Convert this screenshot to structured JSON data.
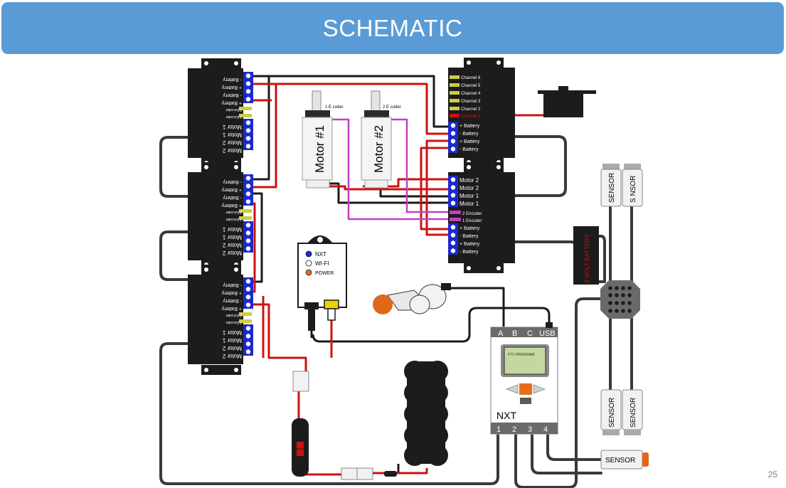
{
  "title": "SCHEMATIC",
  "page_number": "25",
  "colors": {
    "banner": "#5b9bd5",
    "wire_black": "#1a1a1a",
    "wire_red": "#cc1111",
    "wire_magenta": "#c040c0",
    "wire_gray": "#3a3a3a",
    "terminal_blue": "#1a2acc",
    "module_black": "#1c1c1c"
  },
  "motor_controllers": [
    {
      "pins": [
        "- Battery",
        "+ Battery",
        "- Battery",
        "+ Battery",
        "2 Encoder",
        "1 Encoder",
        "Motor 1",
        "Motor 1",
        "Motor 2",
        "Motor 2"
      ]
    },
    {
      "pins": [
        "- Battery",
        "+ Battery",
        "- Battery",
        "+ Battery",
        "2 Encoder",
        "1 Encoder",
        "Motor 1",
        "Motor 1",
        "Motor 2",
        "Motor 2"
      ]
    },
    {
      "pins": [
        "- Battery",
        "+ Battery",
        "- Battery",
        "+ Battery",
        "2 Encoder",
        "1 Encoder",
        "Motor 1",
        "Motor 1",
        "Motor 2",
        "Motor 2"
      ]
    }
  ],
  "servo_controller": {
    "channels": [
      "Channel 6",
      "Channel 5",
      "Channel 4",
      "Channel 3",
      "Channel 2",
      "Channel 1"
    ],
    "battery_pins": [
      "+ Battery",
      "- Battery",
      "+ Battery",
      "- Battery"
    ]
  },
  "right_motor_controller": {
    "pins": [
      "Motor 2",
      "Motor 2",
      "Motor 1",
      "Motor 1",
      "2 Encoder",
      "1 Encoder",
      "+ Battery",
      "- Battery",
      "+ Battery",
      "- Battery"
    ]
  },
  "motors": [
    {
      "label": "Motor #1",
      "encoder": "1 E  coder"
    },
    {
      "label": "Motor #2",
      "encoder": "2 E  coder"
    }
  ],
  "wifi_module": {
    "items": [
      {
        "label": "NXT",
        "color": "#1a2acc"
      },
      {
        "label": "WI-FI",
        "color": "#ffffff"
      },
      {
        "label": "POWER",
        "color": "#e07020"
      }
    ]
  },
  "nxt": {
    "ports_top": [
      "A",
      "B",
      "C",
      "USB"
    ],
    "ports_bottom": [
      "1",
      "2",
      "3",
      "4"
    ],
    "label": "NXT",
    "screen_text": "FTC-PROGRAM"
  },
  "battery_9v": {
    "label": "9 VOLT BATTERY"
  },
  "sensors": {
    "top": [
      "SENSOR",
      "S NSOR"
    ],
    "bottom": [
      "SENSOR",
      "SENSOR"
    ],
    "horizontal": "SENSOR"
  }
}
